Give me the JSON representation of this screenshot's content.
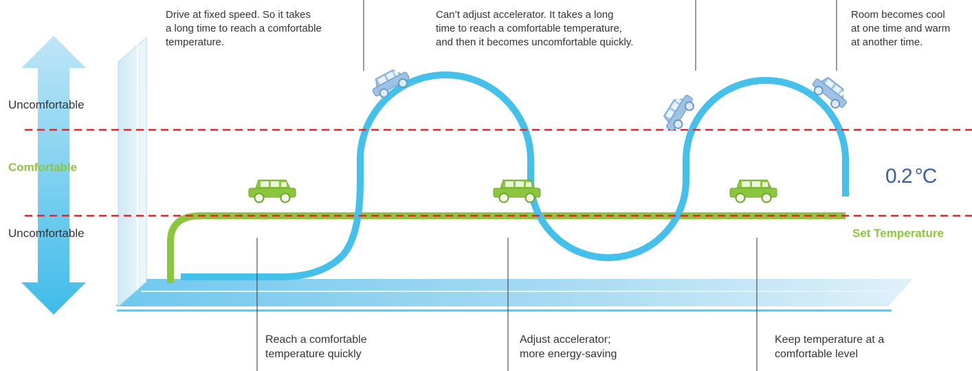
{
  "levels": {
    "upper": "Uncomfortable",
    "middle": "Comfortable",
    "lower": "Uncomfortable"
  },
  "tolerance": {
    "value": "0.2",
    "unit": "°C"
  },
  "set_temperature_label": "Set Temperature",
  "top_notes": [
    {
      "line1": "Drive at fixed speed. So it takes",
      "line2": "a long time to reach a comfortable",
      "line3": "temperature."
    },
    {
      "line1": "Can’t adjust accelerator. It takes a long",
      "line2": "time to reach a comfortable temperature,",
      "line3": "and then it becomes uncomfortable quickly."
    },
    {
      "line1": "Room becomes cool",
      "line2": "at one time and warm",
      "line3": "at another time."
    }
  ],
  "bottom_notes": [
    {
      "line1": "Reach a comfortable",
      "line2": "temperature quickly"
    },
    {
      "line1": "Adjust accelerator;",
      "line2": "more energy-saving"
    },
    {
      "line1": "Keep temperature at a",
      "line2": "comfortable level"
    }
  ],
  "colors": {
    "green_path": "#8cc63f",
    "blue_path": "#45c0ea",
    "dashed_limit": "#e0262a",
    "arrow": "#5cc6ee",
    "floor": "#9fd8f2",
    "blue_car": "#9cc3e6",
    "green_car": "#8cc63f"
  },
  "icons": {
    "car": "car-icon",
    "arrow": "double-arrow-icon"
  }
}
